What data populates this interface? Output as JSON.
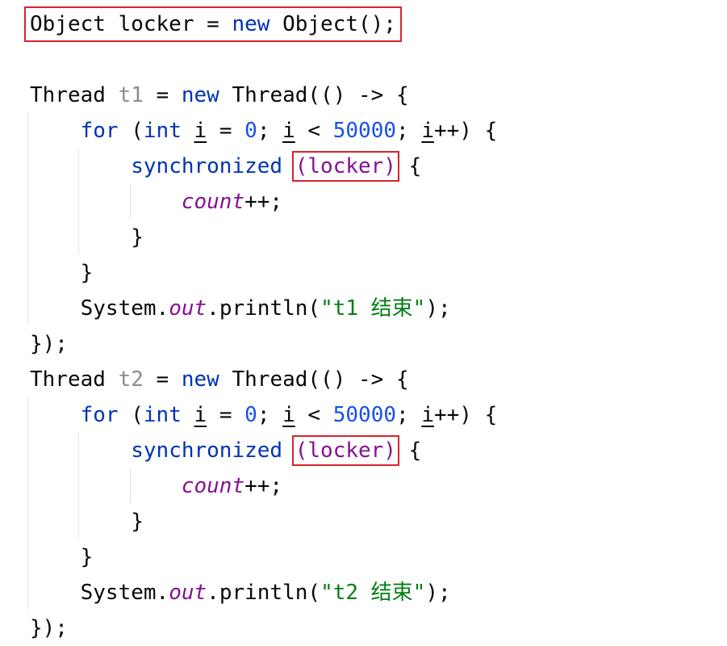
{
  "code_lines": [
    {
      "indent": "",
      "tokens": [
        {
          "t": "Object locker = ",
          "c": ""
        },
        {
          "t": "new",
          "c": "kw"
        },
        {
          "t": " Object();",
          "c": ""
        }
      ],
      "boxed_line": true
    },
    {
      "indent": "",
      "tokens": [],
      "empty": true
    },
    {
      "indent": "",
      "tokens": [
        {
          "t": "Thread ",
          "c": ""
        },
        {
          "t": "t1",
          "c": "unused"
        },
        {
          "t": " = ",
          "c": ""
        },
        {
          "t": "new",
          "c": "kw"
        },
        {
          "t": " Thread(() -> {",
          "c": ""
        }
      ]
    },
    {
      "indent": "    ",
      "tokens": [
        {
          "t": "for",
          "c": "kw"
        },
        {
          "t": " (",
          "c": ""
        },
        {
          "t": "int",
          "c": "kw"
        },
        {
          "t": " ",
          "c": ""
        },
        {
          "t": "i",
          "c": "var"
        },
        {
          "t": " = ",
          "c": ""
        },
        {
          "t": "0",
          "c": "num"
        },
        {
          "t": "; ",
          "c": ""
        },
        {
          "t": "i",
          "c": "var"
        },
        {
          "t": " < ",
          "c": ""
        },
        {
          "t": "50000",
          "c": "num"
        },
        {
          "t": "; ",
          "c": ""
        },
        {
          "t": "i",
          "c": "var"
        },
        {
          "t": "++) {",
          "c": ""
        }
      ]
    },
    {
      "indent": "        ",
      "tokens": [
        {
          "t": "synchronized",
          "c": "kw"
        },
        {
          "t": " ",
          "c": ""
        },
        {
          "t": "(locker)",
          "c": "boxed-arg"
        },
        {
          "t": " {",
          "c": ""
        }
      ]
    },
    {
      "indent": "            ",
      "tokens": [
        {
          "t": "count",
          "c": "fld"
        },
        {
          "t": "++;",
          "c": ""
        }
      ]
    },
    {
      "indent": "        ",
      "tokens": [
        {
          "t": "}",
          "c": ""
        }
      ]
    },
    {
      "indent": "    ",
      "tokens": [
        {
          "t": "}",
          "c": ""
        }
      ]
    },
    {
      "indent": "    ",
      "tokens": [
        {
          "t": "System.",
          "c": ""
        },
        {
          "t": "out",
          "c": "fld"
        },
        {
          "t": ".println(",
          "c": ""
        },
        {
          "t": "\"t1 结束\"",
          "c": "str"
        },
        {
          "t": ");",
          "c": ""
        }
      ]
    },
    {
      "indent": "",
      "tokens": [
        {
          "t": "});",
          "c": ""
        }
      ]
    },
    {
      "indent": "",
      "tokens": [
        {
          "t": "Thread ",
          "c": ""
        },
        {
          "t": "t2",
          "c": "unused"
        },
        {
          "t": " = ",
          "c": ""
        },
        {
          "t": "new",
          "c": "kw"
        },
        {
          "t": " Thread(() -> {",
          "c": ""
        }
      ]
    },
    {
      "indent": "    ",
      "tokens": [
        {
          "t": "for",
          "c": "kw"
        },
        {
          "t": " (",
          "c": ""
        },
        {
          "t": "int",
          "c": "kw"
        },
        {
          "t": " ",
          "c": ""
        },
        {
          "t": "i",
          "c": "var"
        },
        {
          "t": " = ",
          "c": ""
        },
        {
          "t": "0",
          "c": "num"
        },
        {
          "t": "; ",
          "c": ""
        },
        {
          "t": "i",
          "c": "var"
        },
        {
          "t": " < ",
          "c": ""
        },
        {
          "t": "50000",
          "c": "num"
        },
        {
          "t": "; ",
          "c": ""
        },
        {
          "t": "i",
          "c": "var"
        },
        {
          "t": "++) {",
          "c": ""
        }
      ]
    },
    {
      "indent": "        ",
      "tokens": [
        {
          "t": "synchronized",
          "c": "kw"
        },
        {
          "t": " ",
          "c": ""
        },
        {
          "t": "(locker)",
          "c": "boxed-arg"
        },
        {
          "t": " {",
          "c": ""
        }
      ]
    },
    {
      "indent": "            ",
      "tokens": [
        {
          "t": "count",
          "c": "fld"
        },
        {
          "t": "++;",
          "c": ""
        }
      ]
    },
    {
      "indent": "        ",
      "tokens": [
        {
          "t": "}",
          "c": ""
        }
      ]
    },
    {
      "indent": "    ",
      "tokens": [
        {
          "t": "}",
          "c": ""
        }
      ]
    },
    {
      "indent": "    ",
      "tokens": [
        {
          "t": "System.",
          "c": ""
        },
        {
          "t": "out",
          "c": "fld"
        },
        {
          "t": ".println(",
          "c": ""
        },
        {
          "t": "\"t2 结束\"",
          "c": "str"
        },
        {
          "t": ");",
          "c": ""
        }
      ]
    },
    {
      "indent": "",
      "tokens": [
        {
          "t": "});",
          "c": ""
        }
      ]
    }
  ],
  "colors": {
    "keyword": "#0033b3",
    "number": "#1750eb",
    "string": "#067d17",
    "field": "#871094",
    "unused_variable": "#8c8c8c",
    "highlight_box": "#d9232c"
  }
}
